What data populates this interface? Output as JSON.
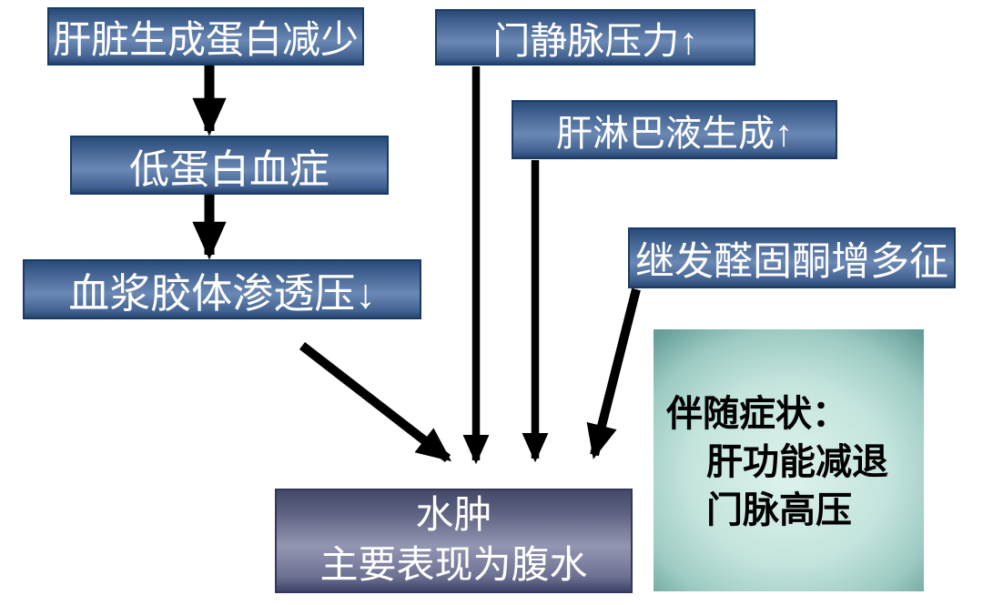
{
  "diagram": {
    "topic": "ascites-formation-flowchart",
    "nodes": {
      "liver_protein": {
        "label": "肝脏生成蛋白减少"
      },
      "hypoproteinemia": {
        "label": "低蛋白血症"
      },
      "osmotic": {
        "label": "血浆胶体渗透压↓"
      },
      "portal_pressure": {
        "label": "门静脉压力↑"
      },
      "hepatic_lymph": {
        "label": "肝淋巴液生成↑"
      },
      "aldosteronism": {
        "label": "继发醛固酮增多征"
      },
      "edema": {
        "line1": "水肿",
        "line2": "主要表现为腹水"
      },
      "symptoms": {
        "title": "伴随症状：",
        "items": [
          "肝功能减退",
          "门脉高压"
        ]
      }
    },
    "colors": {
      "process_box_fill": "#40608f",
      "process_box_border": "#1a3a66",
      "result_box_fill": "#7a7e9c",
      "result_box_border": "#343858",
      "note_box_fill_center": "#def2ec",
      "note_box_fill_edge": "#649e97",
      "box_text": "#ffffff",
      "note_text": "#000000",
      "arrow": "#000000",
      "background": "#ffffff"
    }
  }
}
